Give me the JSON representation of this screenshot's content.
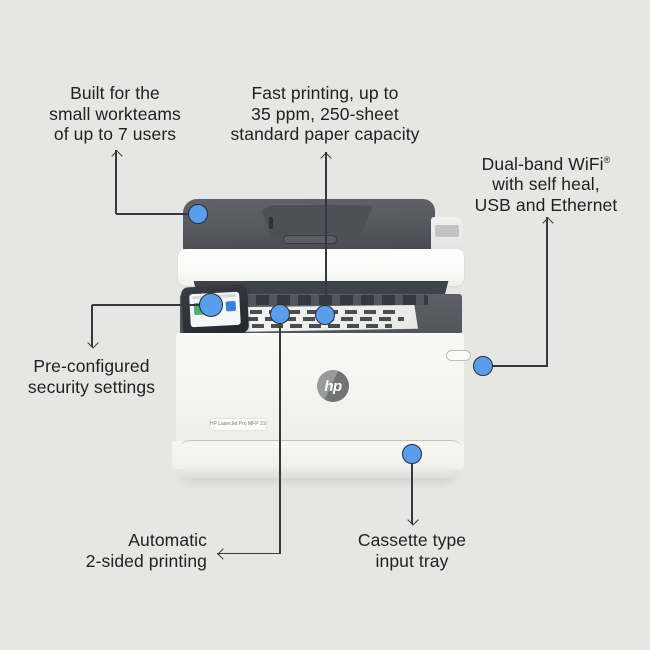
{
  "page": {
    "background": "#e6e6e4"
  },
  "colors": {
    "accent_blue": "#5b9ceb",
    "connector_line": "#383838",
    "text": "#212121",
    "printer_dark_gray": "#54585e",
    "printer_white": "#f4f4f2"
  },
  "callouts": {
    "workteams": {
      "lines": [
        "Built for the",
        "small workteams",
        "of up to 7 users"
      ]
    },
    "fast_printing": {
      "lines": [
        "Fast printing, up to",
        "35 ppm, 250-sheet",
        "standard paper capacity"
      ]
    },
    "wifi": {
      "line1": "Dual-band WiFi",
      "reg": "®",
      "line2": "with self heal,",
      "line3": "USB and Ethernet"
    },
    "security": {
      "lines": [
        "Pre-configured",
        "security settings"
      ]
    },
    "duplex": {
      "lines": [
        "Automatic",
        "2-sided printing"
      ]
    },
    "cassette": {
      "lines": [
        "Cassette type",
        "input tray"
      ]
    }
  },
  "printer": {
    "brand": "hp",
    "model_label": "HP LaserJet Pro MFP 3102fdw"
  }
}
